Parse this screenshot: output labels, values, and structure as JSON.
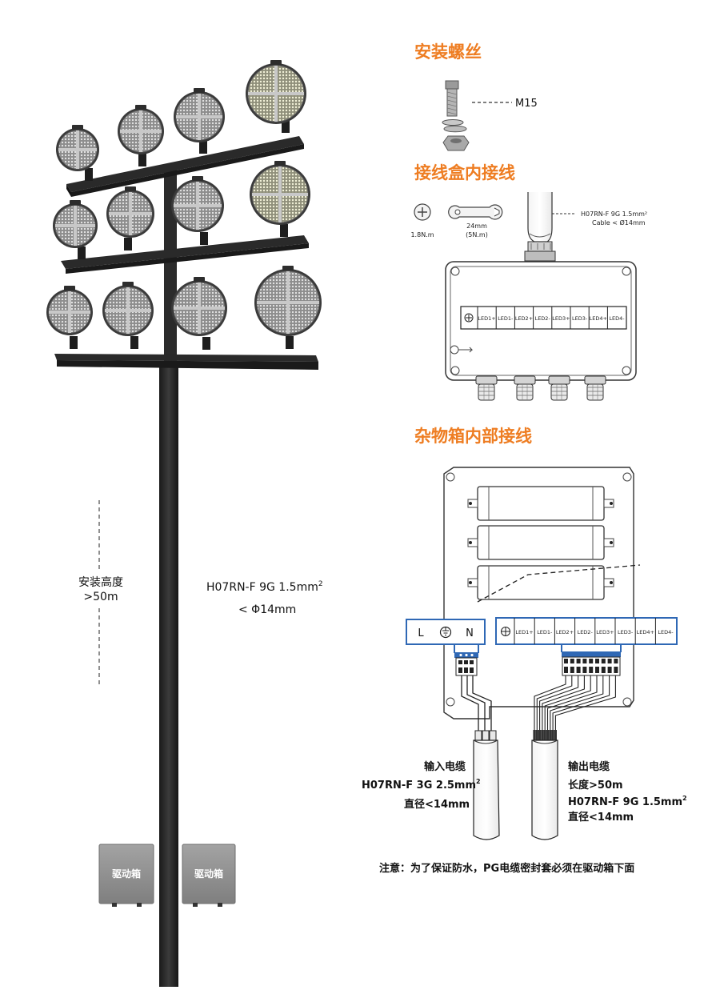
{
  "left": {
    "install_height_line1": "安装高度",
    "install_height_line2": ">50m",
    "cable_spec": "H07RN-F 9G 1.5mm",
    "cable_spec_sup": "2",
    "cable_diameter": "< Φ14mm",
    "driver_box_left": "驱动箱",
    "driver_box_right": "驱动箱"
  },
  "bolt_section": {
    "title": "安装螺丝",
    "bolt_label": "M15"
  },
  "junction_section": {
    "title": "接线盒内接线",
    "screwdriver_torque": "1.8N.m",
    "wrench_size": "24mm",
    "wrench_torque": "(5N.m)",
    "cable_spec": "H07RN-F  9G  1.5mm²",
    "cable_diameter": "Cable < Ø14mm",
    "terminals": [
      "LED1+",
      "LED1-",
      "LED2+",
      "LED2-",
      "LED3+",
      "LED3-",
      "LED4+",
      "LED4-"
    ]
  },
  "driver_section": {
    "title": "杂物箱内部接线",
    "input_terminals": [
      "L",
      "N"
    ],
    "output_terminals": [
      "LED1+",
      "LED1-",
      "LED2+",
      "LED2-",
      "LED3+",
      "LED3-",
      "LED4+",
      "LED4-"
    ],
    "input_cable_title": "输入电缆",
    "input_cable_spec": "H07RN-F 3G 2.5mm",
    "input_cable_sup": "2",
    "input_cable_diameter": "直径<14mm",
    "output_cable_title": "输出电缆",
    "output_cable_length": "长度>50m",
    "output_cable_spec": "H07RN-F 9G 1.5mm",
    "output_cable_sup": "2",
    "output_cable_diameter": "直径<14mm",
    "note": "注意：为了保证防水，PG电缆密封套必须在驱动箱下面"
  },
  "colors": {
    "accent": "#ee7d22",
    "highlight_blue": "#2f68b5",
    "pole": "#2a2a2a",
    "driver_box": "#8f8f8f"
  }
}
